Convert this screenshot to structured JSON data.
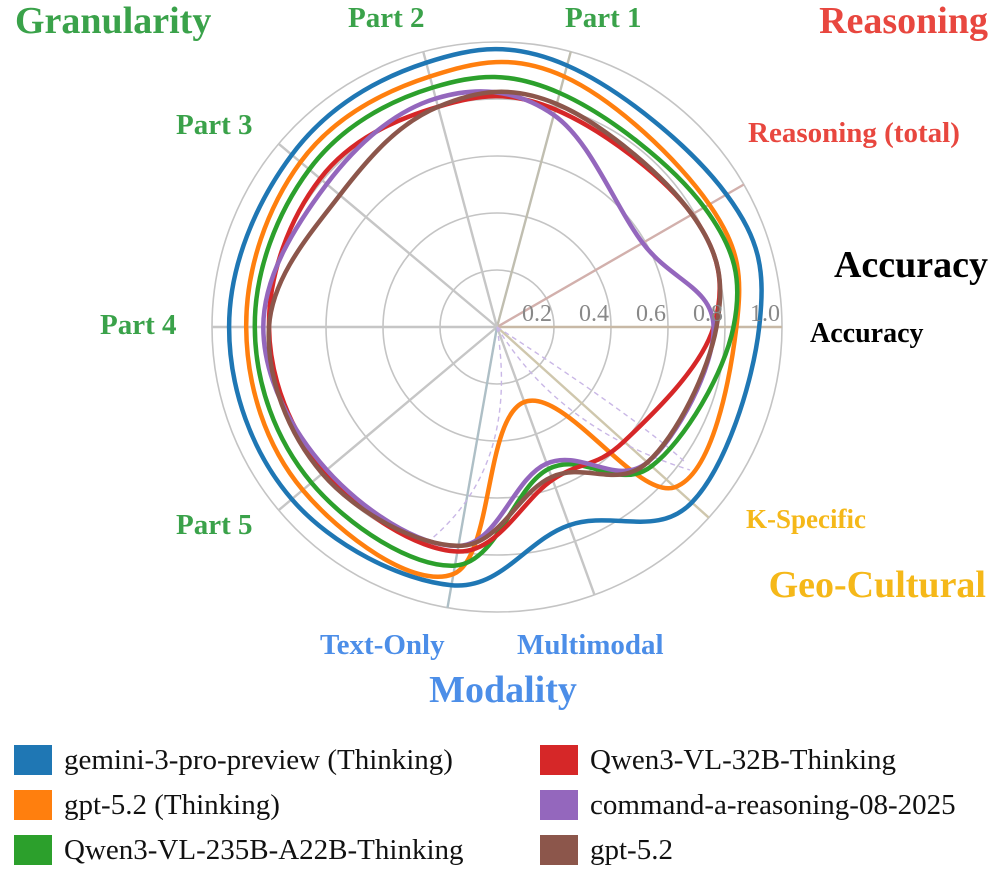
{
  "chart_data": {
    "type": "radar",
    "r_ticks": [
      "0.2",
      "0.4",
      "0.6",
      "0.8",
      "1.0"
    ],
    "r_range": [
      0,
      1
    ],
    "axes": [
      {
        "key": "accuracy",
        "label": "Accuracy",
        "color": "#111111"
      },
      {
        "key": "reasoning_total",
        "label": "Reasoning (total)",
        "color": "#e8473f"
      },
      {
        "key": "part1",
        "label": "Part 1",
        "color": "#3aa24a"
      },
      {
        "key": "part2",
        "label": "Part 2",
        "color": "#3aa24a"
      },
      {
        "key": "part3",
        "label": "Part 3",
        "color": "#3aa24a"
      },
      {
        "key": "part4",
        "label": "Part 4",
        "color": "#3aa24a"
      },
      {
        "key": "part5",
        "label": "Part 5",
        "color": "#3aa24a"
      },
      {
        "key": "text_only",
        "label": "Text-Only",
        "color": "#4c8ee8"
      },
      {
        "key": "multimodal",
        "label": "Multimodal",
        "color": "#4c8ee8"
      },
      {
        "key": "k_specific",
        "label": "K-Specific",
        "color": "#f5b819"
      }
    ],
    "groups": [
      {
        "label": "Granularity",
        "color": "#3aa24a"
      },
      {
        "label": "Reasoning",
        "color": "#e8473f"
      },
      {
        "label": "Accuracy",
        "color": "#000000"
      },
      {
        "label": "Geo-Cultural",
        "color": "#f5b819"
      },
      {
        "label": "Modality",
        "color": "#4c8ee8"
      }
    ],
    "series": [
      {
        "name": "gemini-3-pro-preview (Thinking)",
        "color": "#1f77b4",
        "values": {
          "accuracy": 0.92,
          "reasoning_total": 0.93,
          "part1": 0.95,
          "part2": 0.96,
          "part3": 0.94,
          "part4": 0.94,
          "part5": 0.94,
          "text_only": 0.92,
          "multimodal": 0.74,
          "k_specific": 0.92
        }
      },
      {
        "name": "gpt-5.2 (Thinking)",
        "color": "#ff7f0e",
        "values": {
          "accuracy": 0.84,
          "reasoning_total": 0.86,
          "part1": 0.91,
          "part2": 0.91,
          "part3": 0.9,
          "part4": 0.88,
          "part5": 0.89,
          "text_only": 0.88,
          "multimodal": 0.28,
          "k_specific": 0.84
        }
      },
      {
        "name": "Qwen3-VL-235B-A22B-Thinking",
        "color": "#2ca02c",
        "values": {
          "accuracy": 0.83,
          "reasoning_total": 0.84,
          "part1": 0.85,
          "part2": 0.87,
          "part3": 0.86,
          "part4": 0.85,
          "part5": 0.85,
          "text_only": 0.85,
          "multimodal": 0.53,
          "k_specific": 0.73
        }
      },
      {
        "name": "Qwen3-VL-32B-Thinking",
        "color": "#d62728",
        "values": {
          "accuracy": 0.76,
          "reasoning_total": 0.79,
          "part1": 0.79,
          "part2": 0.8,
          "part3": 0.81,
          "part4": 0.8,
          "part5": 0.79,
          "text_only": 0.8,
          "multimodal": 0.57,
          "k_specific": 0.6
        }
      },
      {
        "name": "command-a-reasoning-08-2025",
        "color": "#9467bd",
        "values": {
          "accuracy": 0.76,
          "reasoning_total": 0.59,
          "part1": 0.77,
          "part2": 0.83,
          "part3": 0.78,
          "part4": 0.82,
          "part5": 0.78,
          "text_only": 0.78,
          "multimodal": 0.51,
          "k_specific": 0.71
        }
      },
      {
        "name": "gpt-5.2",
        "color": "#8c564b",
        "values": {
          "accuracy": 0.77,
          "reasoning_total": 0.79,
          "part1": 0.81,
          "part2": 0.8,
          "part3": 0.72,
          "part4": 0.8,
          "part5": 0.8,
          "text_only": 0.78,
          "multimodal": 0.56,
          "k_specific": 0.71
        }
      }
    ],
    "grid": true,
    "legend_position": "bottom"
  }
}
